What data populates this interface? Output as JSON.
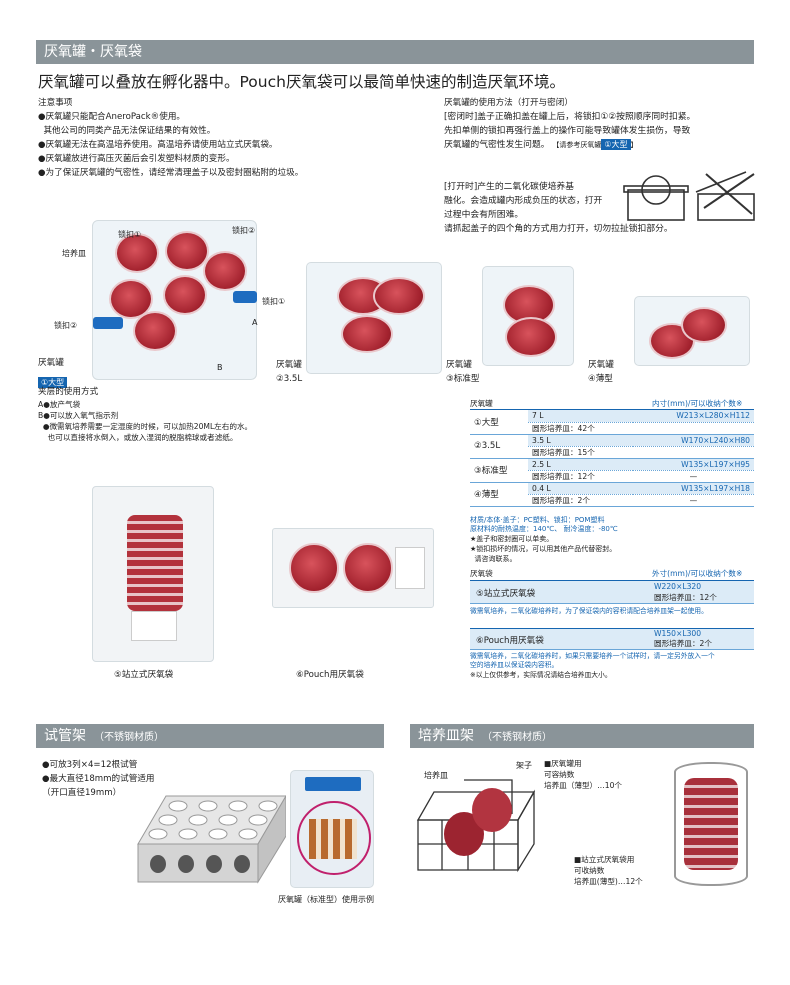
{
  "section1": {
    "title": "厌氧罐・厌氧袋"
  },
  "headline": "厌氧罐可以叠放在孵化器中。Pouch厌氧袋可以最简单快速的制造厌氧环境。",
  "notes": {
    "title": "注意事项",
    "lines": [
      "●厌氧罐只能配合AneroPack®使用。",
      "  其他公司的同类产品无法保证结果的有效性。",
      "●厌氧罐无法在高温培养使用。高温培养请使用站立式厌氧袋。",
      "●厌氧罐放进行高压灭菌后会引发塑料材质的变形。",
      "●为了保证厌氧罐的气密性，请经常清理盖子以及密封圈粘附的垃圾。"
    ]
  },
  "usage": {
    "title": "厌氧罐的使用方法（打开与密闭）",
    "close_lines": [
      "[密闭时]盖子正确扣盖在罐上后，将锁扣①②按照顺序同时扣紧。",
      "先扣单侧的锁扣再强行盖上的操作可能导致罐体发生损伤，导致",
      "厌氧罐的气密性发生问题。"
    ],
    "ref_text": "【请参考厌氧罐",
    "ref_badge": "①大型",
    "ref_end": "】",
    "open_lines": [
      "[打开时]产生的二氧化碳使培养基",
      "融化。会造成罐内形成负压的状态，打开",
      "过程中会有所困难。",
      "请抓起盖子的四个角的方式用力打开，切勿拉扯锁扣部分。"
    ]
  },
  "jar_labels": {
    "lock1": "锁扣①",
    "lock2": "锁扣②",
    "lock1b": "锁扣①",
    "lock2b": "锁扣②",
    "dish": "培养皿",
    "a": "A",
    "b": "B"
  },
  "jars": {
    "large_name": "厌氧罐",
    "large_badge": "①大型",
    "j2_name": "厌氧罐",
    "j2_size": "②3.5L",
    "j3_name": "厌氧罐",
    "j3_size": "③标准型",
    "j4_name": "厌氧罐",
    "j4_size": "④薄型"
  },
  "clip": {
    "title": "夹层的使用方式",
    "lines": [
      "A●放产气袋",
      "B●可以放入氧气指示剂",
      "  ●微需氧培养需要一定湿度的时候，可以加热20ML左右的水。",
      "    也可以直接将水倒入，或放入湿润的脱脂棉球或者滤纸。"
    ]
  },
  "jar_table": {
    "head_left": "厌氧罐",
    "head_right": "内寸(mm)/可以收纳个数※",
    "rows": [
      {
        "name": "①大型",
        "vol": "7 L",
        "dim": "W213×L280×H112",
        "dish": "圆形培养皿：42个",
        "count": ""
      },
      {
        "name": "②3.5L",
        "vol": "3.5 L",
        "dim": "W170×L240×H80",
        "dish": "圆形培养皿：15个",
        "count": ""
      },
      {
        "name": "③标准型",
        "vol": "2.5 L",
        "dim": "W135×L197×H95",
        "dish": "圆形培养皿：12个",
        "count": "—"
      },
      {
        "name": "④薄型",
        "vol": "0.4 L",
        "dim": "W135×L197×H18",
        "dish": "圆形培养皿：2个",
        "count": "—"
      }
    ],
    "material_lines": [
      "材质/本体·盖子：PC塑料、锁扣：POM塑料",
      "原材料的耐热温度：140℃、 耐冷温度：-80℃"
    ],
    "notes": [
      "★盖子和密封圈可以单卖。",
      "★锁扣损坏的情况，可以用其他产品代替密封。",
      "  请咨询联系。"
    ]
  },
  "bag_table": {
    "head_left": "厌氧袋",
    "head_right": "外寸(mm)/可以收纳个数※",
    "r1_name": "⑤站立式厌氧袋",
    "r1_dim": "W220×L320",
    "r1_dish": "圆形培养皿：12个",
    "r1_note": "微需氧培养，二氧化碳培养时，为了保证袋内的容积请配合培养皿架一起使用。",
    "r2_name": "⑥Pouch用厌氧袋",
    "r2_dim": "W150×L300",
    "r2_dish": "圆形培养皿：2个",
    "r2_note_lines": [
      "微需氧培养，二氧化碳培养时，如果只需要培养一个试样时，请一定另外放入一个",
      "空的培养皿以保证袋内容积。"
    ],
    "footnote": "※以上仅供参考，实际情况请结合培养皿大小。"
  },
  "bags": {
    "b5": "⑤站立式厌氧袋",
    "b6": "⑥Pouch用厌氧袋"
  },
  "section2": {
    "title": "试管架",
    "sub": "（不锈钢材质）",
    "lines": [
      "●可放3列×4=12根试管",
      "●最大直径18mm的试管适用",
      "（开口直径19mm）"
    ],
    "caption": "厌氧罐（标准型）使用示例"
  },
  "section3": {
    "title": "培养皿架",
    "sub": "（不锈钢材质）",
    "label_dish": "培养皿",
    "label_rack": "架子",
    "a_lines": [
      "■厌氧罐用",
      "可容纳数",
      "培养皿（薄型）…10个"
    ],
    "b_lines": [
      "■站立式厌氧袋用",
      "可收纳数",
      "培养皿(薄型)…12个"
    ]
  }
}
